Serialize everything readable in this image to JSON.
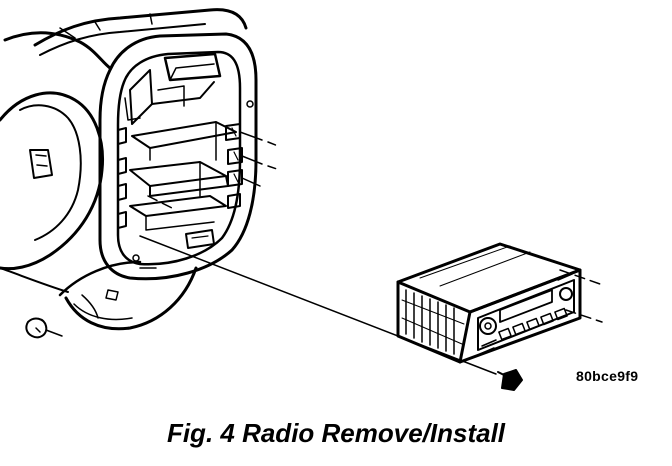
{
  "figure": {
    "caption": "Fig. 4 Radio Remove/Install",
    "reference_code": "80bce9f9"
  },
  "parts": {
    "bezel": "instrument-panel-bezel",
    "radio": "radio-unit",
    "screw": "mounting-screw"
  },
  "colors": {
    "line": "#000000",
    "background": "#ffffff"
  }
}
